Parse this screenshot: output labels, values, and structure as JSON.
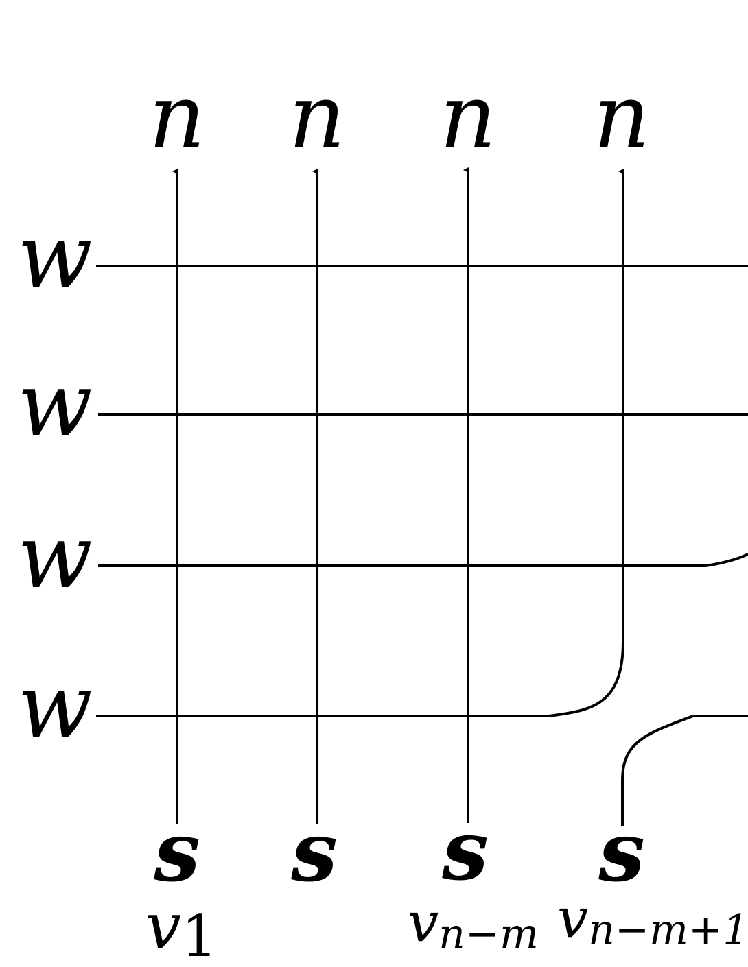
{
  "diagram": {
    "top_labels": [
      "n",
      "n",
      "n",
      "n"
    ],
    "row_labels": [
      "w",
      "w",
      "w",
      "w"
    ],
    "bottom_labels": [
      "s",
      "s",
      "s",
      "s"
    ],
    "vertex_labels": [
      {
        "base": "v",
        "sub": "1"
      },
      {
        "base": "v",
        "sub": "n−m"
      },
      {
        "base": "v",
        "sub": "n−m+1"
      }
    ]
  }
}
